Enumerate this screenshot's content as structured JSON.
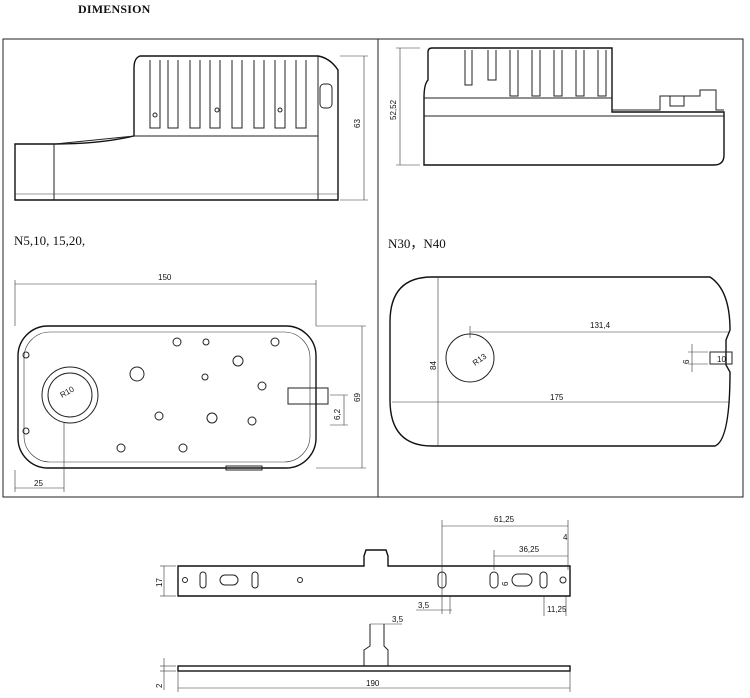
{
  "heading": "DIMENSION",
  "models": {
    "left": "N5,10, 15,20,",
    "right": "N30，N40"
  },
  "dimensions": {
    "height_left": "63",
    "height_right": "52,52",
    "width_top_left": "150",
    "depth_left": "69",
    "shaft_offset": "6,2",
    "bottom_offset": "25",
    "radius_left": "R10",
    "width_right": "175",
    "depth_right": "84",
    "hole_to_edge": "131,4",
    "radius_right": "R13",
    "tab_height": "6",
    "tab_width": "10",
    "bracket_left_height": "17",
    "bracket_61": "61,25",
    "bracket_36": "36,25",
    "bracket_4": "4",
    "bracket_6": "6",
    "bracket_35": "3,5",
    "bracket_1125": "11,25",
    "bracket_top_35": "3,5",
    "plate_thickness": "2",
    "plate_length": "190"
  }
}
